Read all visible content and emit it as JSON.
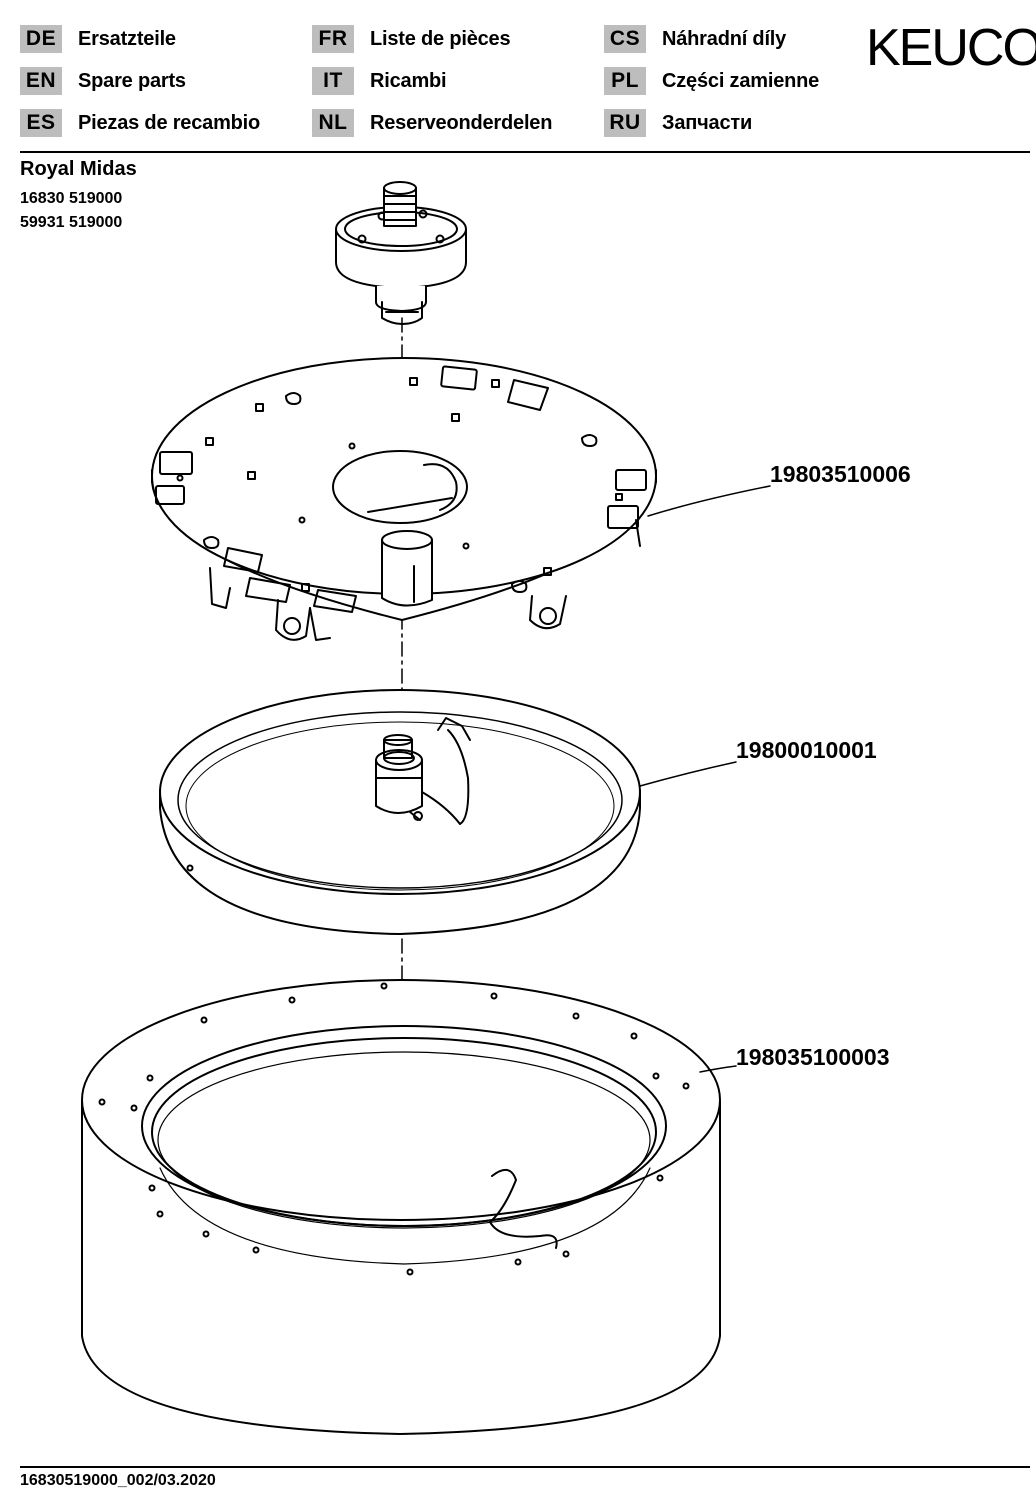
{
  "header": {
    "brand": "KEUCO",
    "languages": [
      {
        "code": "DE",
        "label": "Ersatzteile"
      },
      {
        "code": "EN",
        "label": "Spare parts"
      },
      {
        "code": "ES",
        "label": "Piezas de recambio"
      },
      {
        "code": "FR",
        "label": "Liste de pièces"
      },
      {
        "code": "IT",
        "label": "Ricambi"
      },
      {
        "code": "NL",
        "label": "Reserveonderdelen"
      },
      {
        "code": "CS",
        "label": "Náhradní díly"
      },
      {
        "code": "PL",
        "label": "Części zamienne"
      },
      {
        "code": "RU",
        "label": "Запчасти"
      }
    ]
  },
  "product": {
    "name": "Royal Midas",
    "articles": [
      "16830 519000",
      "59931 519000"
    ]
  },
  "parts": [
    {
      "part_number": "19803510006"
    },
    {
      "part_number": "19800010001"
    },
    {
      "part_number": "198035100003"
    }
  ],
  "footer": {
    "document_ref": "16830519000_002/03.2020"
  }
}
